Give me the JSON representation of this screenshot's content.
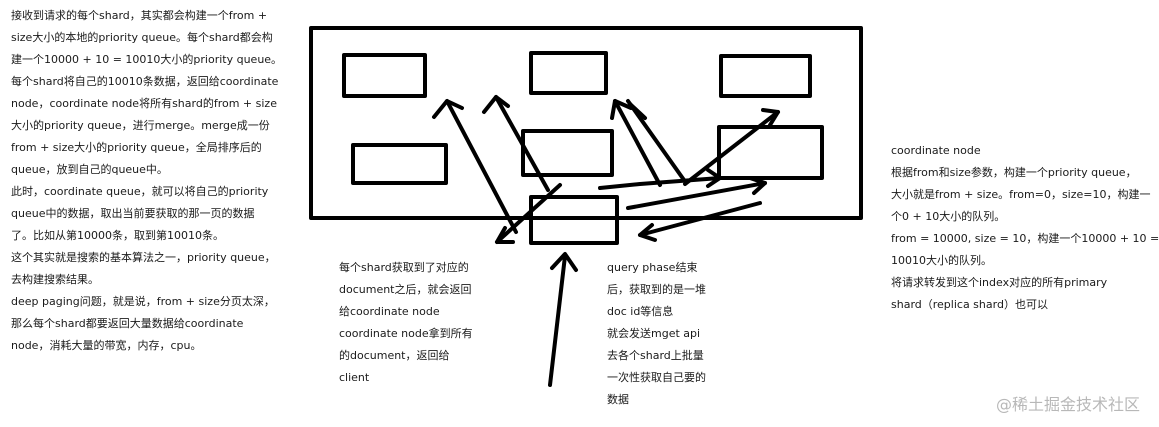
{
  "left_text": [
    [
      "接收到请求的每个shard，其实都会构建一个from +",
      "size大小的本地的priority queue。每个shard都会构",
      "建一个10000 + 10 = 10010大小的priority queue。"
    ],
    [
      "每个shard将自己的10010条数据，返回给coordinate",
      "node，coordinate node将所有shard的from + size",
      "大小的priority queue，进行merge。merge成一份",
      "from + size大小的priority queue，全局排序后的",
      "queue，放到自己的queue中。"
    ],
    [
      "此时，coordinate queue，就可以将自己的priority",
      "queue中的数据，取出当前要获取的那一页的数据",
      "了。比如从第10000条，取到第10010条。"
    ],
    [
      "这个其实就是搜索的基本算法之一，priority queue，",
      "去构建搜索结果。"
    ],
    [
      "deep paging问题，就是说，from  + size分页太深，",
      "那么每个shard都要返回大量数据给coordinate",
      "node，消耗大量的带宽，内存，cpu。"
    ]
  ],
  "mid_left_text": [
    [
      "每个shard获取到了对应的",
      "document之后，就会返回",
      "给coordinate node"
    ],
    [
      "coordinate node拿到所有",
      "的document，返回给",
      "client"
    ]
  ],
  "mid_right_text": [
    [
      "query phase结束",
      "后，获取到的是一堆",
      "doc id等信息"
    ],
    [
      "就会发送mget api",
      "去各个shard上批量",
      "一次性获取自己要的",
      "数据"
    ]
  ],
  "right_text": [
    [
      "coordinate node"
    ],
    [
      "根据from和size参数，构建一个priority queue，",
      "大小就是from + size。from=0，size=10，构建一",
      "个0 + 10大小的队列。"
    ],
    [
      "from = 10000, size = 10，构建一个10000 + 10 =",
      "10010大小的队列。"
    ],
    [
      "将请求转发到这个index对应的所有primary",
      "shard（replica shard）也可以"
    ]
  ],
  "watermark": "@稀土掘金技术社区",
  "colors": {
    "ink": "#000000",
    "text": "#1a1a1a",
    "watermark": "#b8b8b8"
  }
}
